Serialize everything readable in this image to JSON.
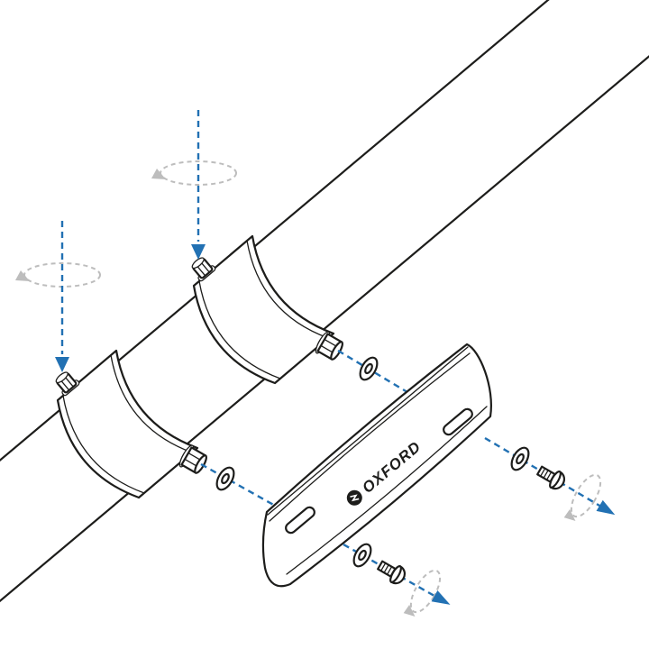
{
  "diagram": {
    "brand_label": "OXFORD",
    "colors": {
      "line": "#1d1d1b",
      "accent_blue": "#2271b3",
      "rotation_gray": "#bdbdbd",
      "background": "#ffffff"
    },
    "parts": {
      "tube": "handlebar-tube",
      "clamp_1": "band-clamp",
      "clamp_2": "band-clamp",
      "plate": "oxford-mounting-plate",
      "washers": [
        "washer",
        "washer",
        "washer",
        "washer"
      ],
      "bolts": [
        "button-head-bolt",
        "button-head-bolt"
      ],
      "motion_hints": [
        "press-down-and-turn",
        "press-down-and-turn",
        "screw-in-clockwise",
        "screw-in-clockwise"
      ]
    }
  }
}
